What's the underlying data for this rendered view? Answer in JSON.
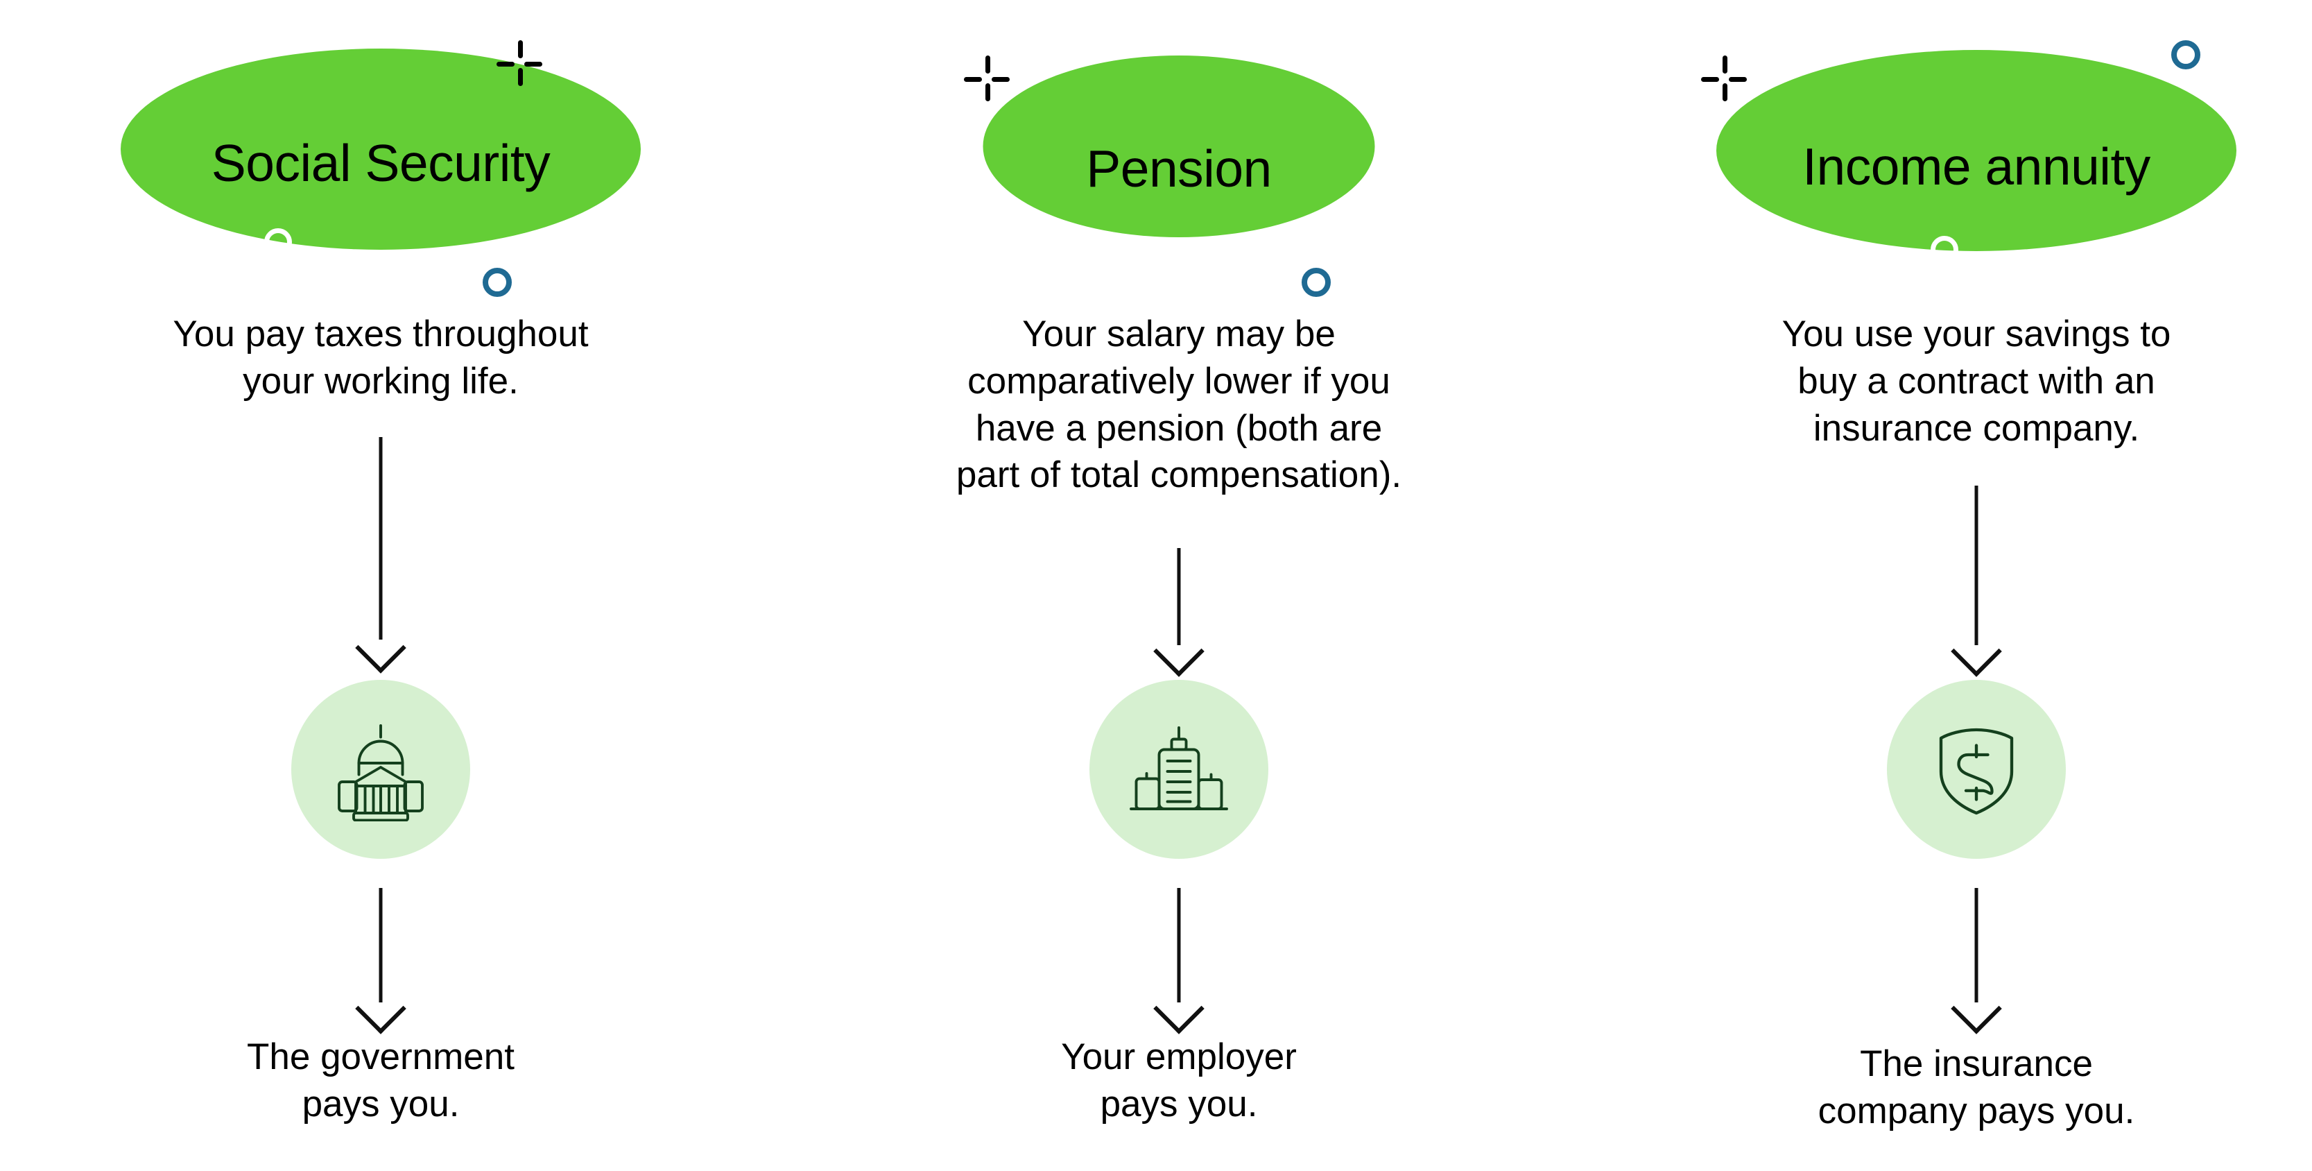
{
  "theme": {
    "background": "#ffffff",
    "ellipse_green": "#64ce36",
    "icon_badge_green": "#d6f0d0",
    "icon_stroke_green": "#14401d",
    "accent_blue": "#1f6a93",
    "accent_white": "#ffffff",
    "text_black": "#000000",
    "arrow_black": "#111111"
  },
  "columns": [
    {
      "id": "social-security",
      "title": "Social Security",
      "description": "You pay taxes throughout\nyour working life.",
      "icon": "capitol-building-icon",
      "caption": "The government\npays you.",
      "decorations": [
        "crosshair-icon",
        "white-ring-icon",
        "blue-ring-icon"
      ]
    },
    {
      "id": "pension",
      "title": "Pension",
      "description": "Your salary may be\ncomparatively lower if you\nhave a pension (both are\npart of total compensation).",
      "icon": "city-buildings-icon",
      "caption": "Your employer\npays you.",
      "decorations": [
        "crosshair-icon",
        "blue-ring-icon"
      ]
    },
    {
      "id": "income-annuity",
      "title": "Income annuity",
      "description": "You use your savings to\nbuy a contract with an\ninsurance company.",
      "icon": "shield-dollar-icon",
      "caption": "The insurance\ncompany pays you.",
      "decorations": [
        "crosshair-icon",
        "white-ring-icon",
        "blue-ring-icon"
      ]
    }
  ]
}
